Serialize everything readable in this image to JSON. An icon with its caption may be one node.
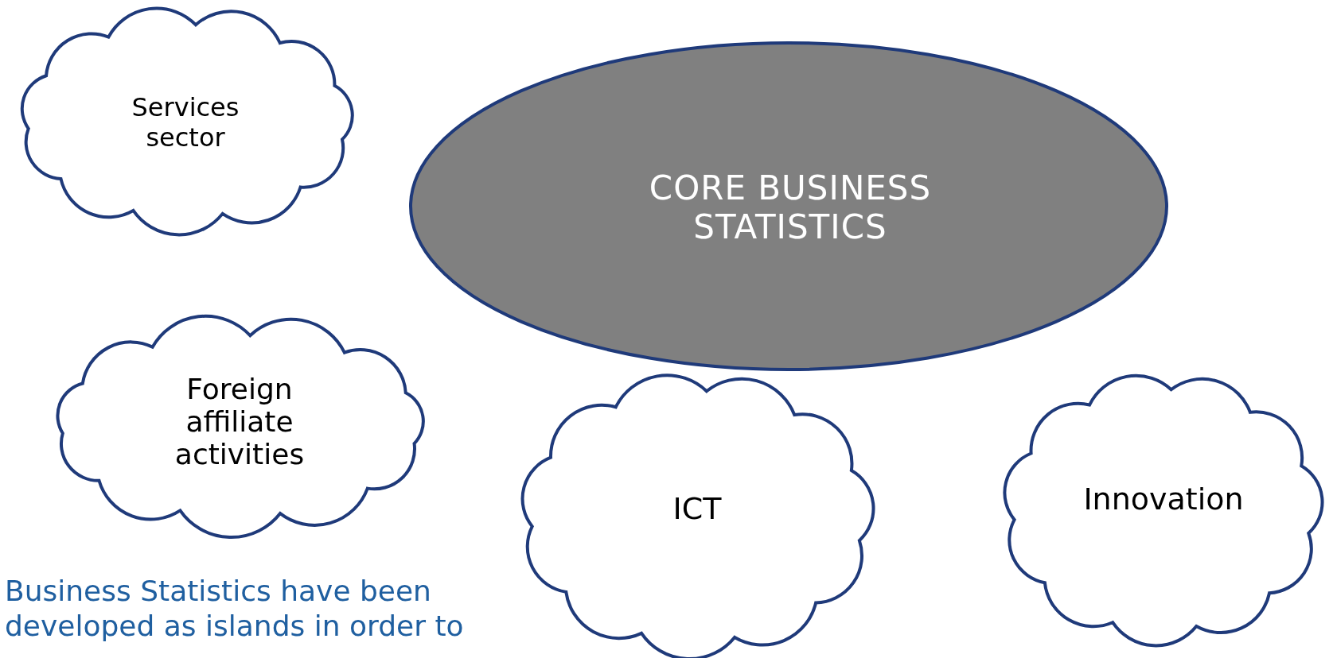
{
  "diagram": {
    "nodes": [
      {
        "text": [
          "Services sector"
        ]
      },
      {
        "text": [
          "CORE BUSINESS STATISTICS"
        ]
      },
      {
        "text": [
          "Foreign affiliate activities"
        ]
      },
      {
        "text": [
          "ICT"
        ]
      },
      {
        "text": [
          "Innovation"
        ]
      }
    ],
    "labels": [
      "Business Statistics have been developed as islands in order to"
    ]
  }
}
